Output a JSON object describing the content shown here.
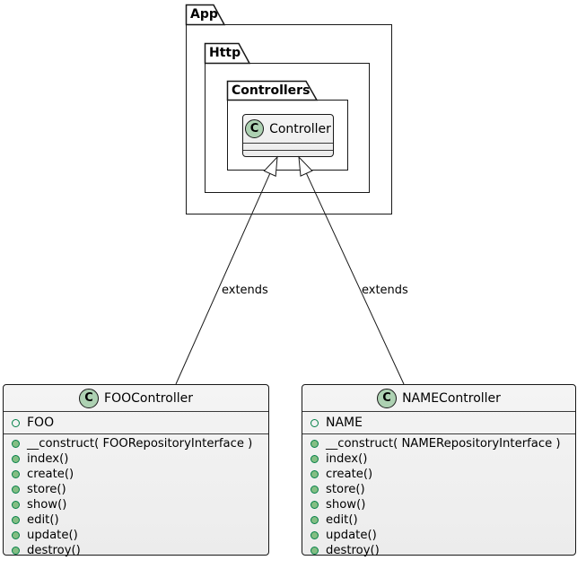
{
  "packages": {
    "app": {
      "label": "App"
    },
    "http": {
      "label": "Http"
    },
    "controllers": {
      "label": "Controllers"
    }
  },
  "base_class": {
    "stereotype": "C",
    "name": "Controller"
  },
  "edges": {
    "left": {
      "label": "extends"
    },
    "right": {
      "label": "extends"
    }
  },
  "classes": {
    "foo": {
      "stereotype": "C",
      "name": "FOOController",
      "field": "FOO",
      "methods": [
        "__construct( FOORepositoryInterface )",
        "index()",
        "create()",
        "store()",
        "show()",
        "edit()",
        "update()",
        "destroy()"
      ]
    },
    "name": {
      "stereotype": "C",
      "name": "NAMEController",
      "field": "NAME",
      "methods": [
        "__construct( NAMERepositoryInterface )",
        "index()",
        "create()",
        "store()",
        "show()",
        "edit()",
        "update()",
        "destroy()"
      ]
    }
  },
  "colors": {
    "border": "#181818",
    "class_fill": "#F1F1F1",
    "stereotype_circle_fill": "#ADD1B2",
    "method_dot_fill": "#84BE84",
    "visibility_green": "#038048",
    "background": "#FFFFFF"
  }
}
